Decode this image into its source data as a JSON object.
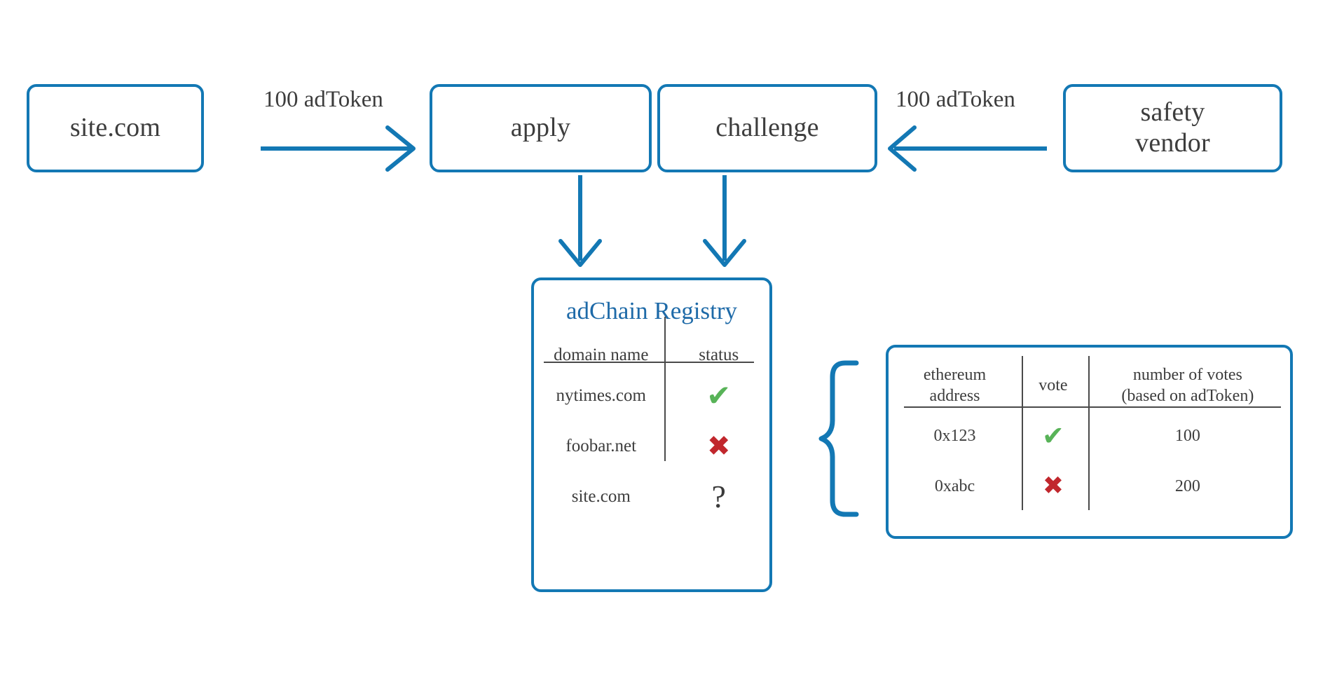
{
  "diagram": {
    "title": "adChain Registry flow",
    "accent_color": "#1378b4",
    "text_color": "#3d3d3d",
    "check_color": "#58b358",
    "cross_color": "#c1272d",
    "registry_title_color": "#1e6aa8"
  },
  "nodes": {
    "site": {
      "label": "site.com"
    },
    "apply": {
      "label": "apply"
    },
    "challenge": {
      "label": "challenge"
    },
    "vendor": {
      "label": "safety\nvendor",
      "line1": "safety",
      "line2": "vendor"
    }
  },
  "edges": {
    "site_to_apply": {
      "label": "100 adToken",
      "direction": "right"
    },
    "vendor_to_challenge": {
      "label": "100 adToken",
      "direction": "left"
    },
    "apply_to_registry": {
      "label": "",
      "direction": "down"
    },
    "challenge_to_registry": {
      "label": "",
      "direction": "down"
    },
    "registry_to_votes": {
      "label": "",
      "shape": "curly-brace"
    }
  },
  "registry": {
    "title": "adChain Registry",
    "columns": [
      "domain name",
      "status"
    ],
    "rows": [
      {
        "domain": "nytimes.com",
        "status": "check",
        "status_glyph": "✔"
      },
      {
        "domain": "foobar.net",
        "status": "cross",
        "status_glyph": "✖"
      },
      {
        "domain": "site.com",
        "status": "unknown",
        "status_glyph": "?"
      }
    ]
  },
  "votes": {
    "columns": [
      {
        "line1": "ethereum",
        "line2": "address"
      },
      {
        "line1": "vote",
        "line2": ""
      },
      {
        "line1": "number of votes",
        "line2": "(based on adToken)"
      }
    ],
    "rows": [
      {
        "address": "0x123",
        "vote": "check",
        "vote_glyph": "✔",
        "count": "100"
      },
      {
        "address": "0xabc",
        "vote": "cross",
        "vote_glyph": "✖",
        "count": "200"
      }
    ]
  }
}
